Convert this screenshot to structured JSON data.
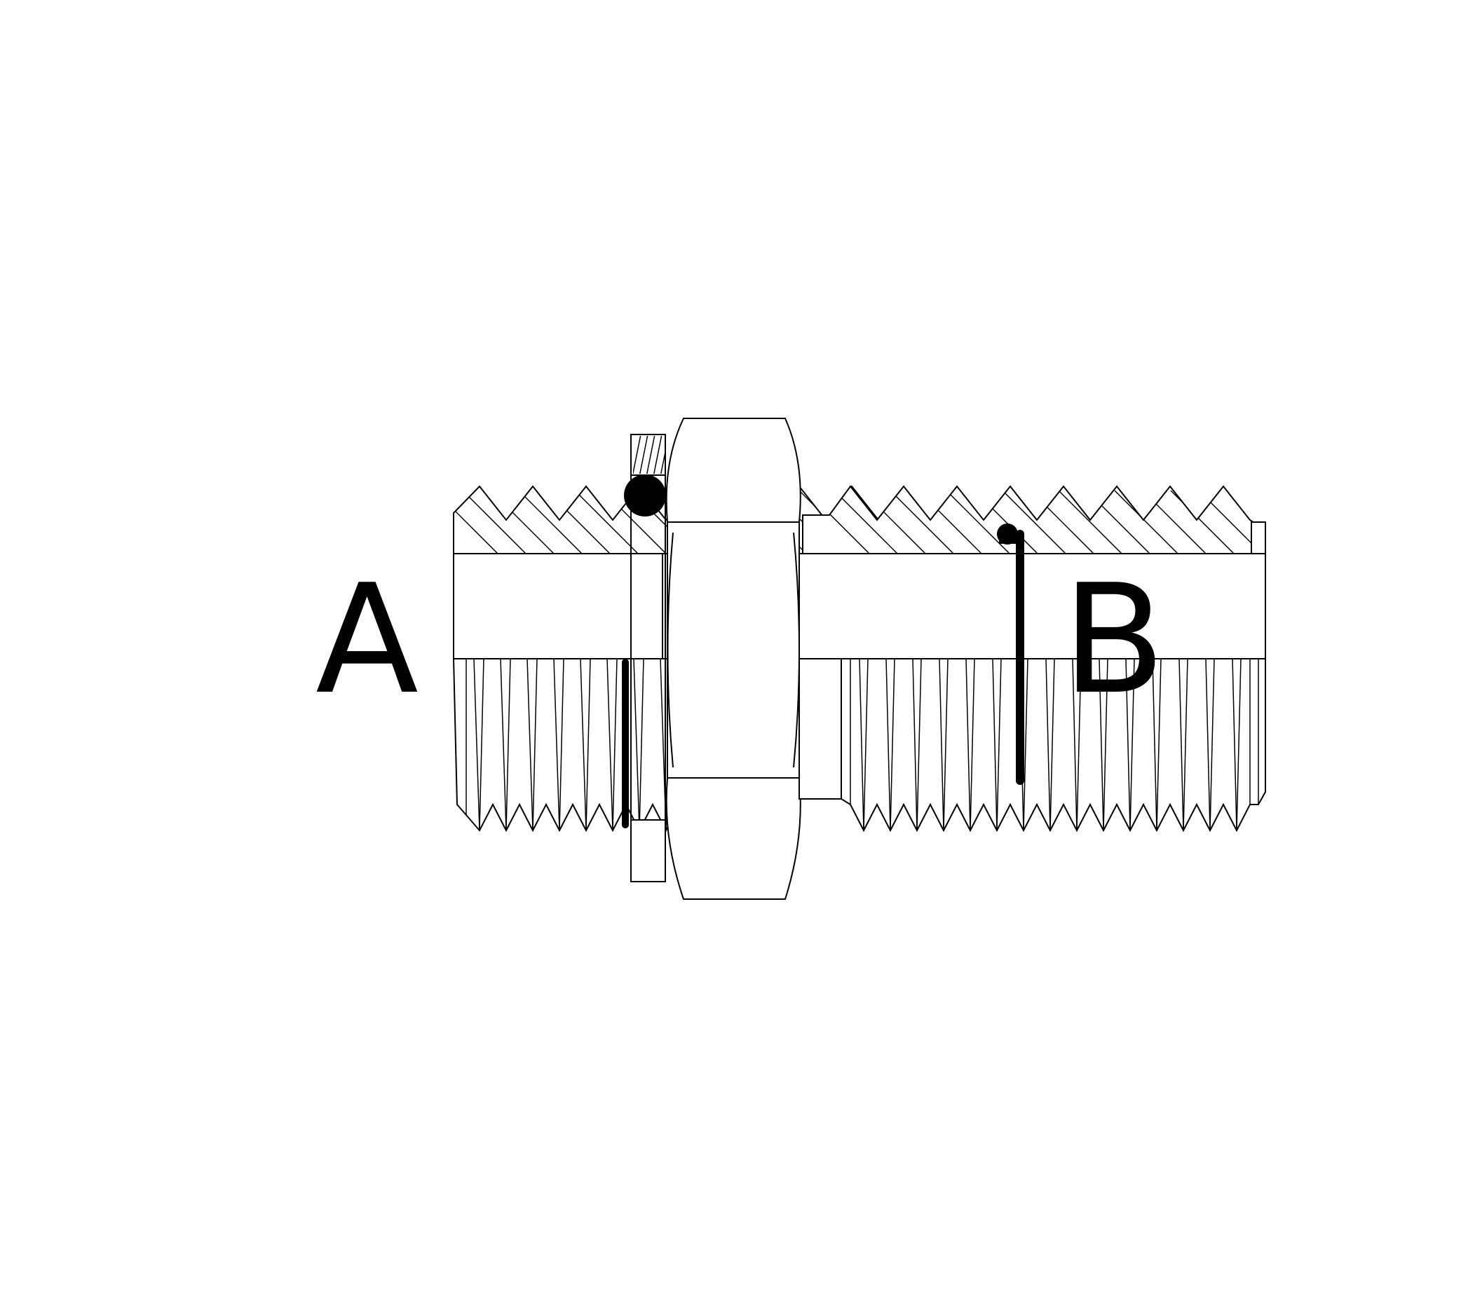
{
  "diagram": {
    "labels": {
      "left": "A",
      "right": "B"
    },
    "colors": {
      "stroke": "#000000",
      "fill": "#ffffff",
      "seal": "#000000"
    },
    "parts": [
      "left-threaded-end",
      "sealing-washer",
      "left-o-ring",
      "hex-body",
      "right-threaded-end",
      "right-o-ring",
      "through-bore"
    ]
  }
}
